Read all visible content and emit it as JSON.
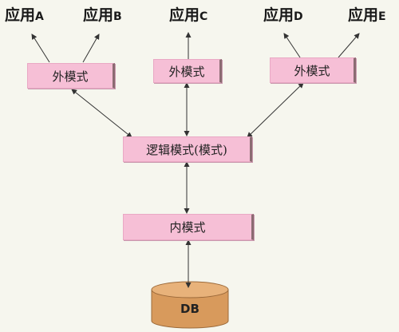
{
  "applications": [
    {
      "prefix": "应用",
      "suffix": "A"
    },
    {
      "prefix": "应用",
      "suffix": "B"
    },
    {
      "prefix": "应用",
      "suffix": "C"
    },
    {
      "prefix": "应用",
      "suffix": "D"
    },
    {
      "prefix": "应用",
      "suffix": "E"
    }
  ],
  "external_schemas": [
    "外模式",
    "外模式",
    "外模式"
  ],
  "logical_schema": "逻辑模式(模式)",
  "internal_schema": "内模式",
  "database": "DB",
  "colors": {
    "box_fill": "#f6bfd6",
    "box_edge": "#8b6b72",
    "db_fill": "#d89a5c",
    "db_top": "#e8b27a",
    "arrow": "#333333",
    "background": "#f6f6ee"
  }
}
